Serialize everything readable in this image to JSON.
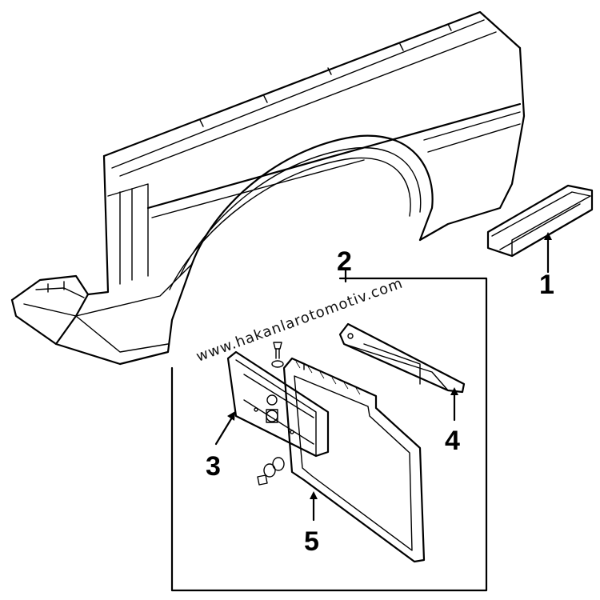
{
  "watermark": "www.hakanlarotomotiv.com",
  "callouts": [
    {
      "id": "1",
      "label": "1"
    },
    {
      "id": "2",
      "label": "2"
    },
    {
      "id": "3",
      "label": "3"
    },
    {
      "id": "4",
      "label": "4"
    },
    {
      "id": "5",
      "label": "5"
    }
  ],
  "colors": {
    "ink": "#000000",
    "paper": "#ffffff"
  }
}
